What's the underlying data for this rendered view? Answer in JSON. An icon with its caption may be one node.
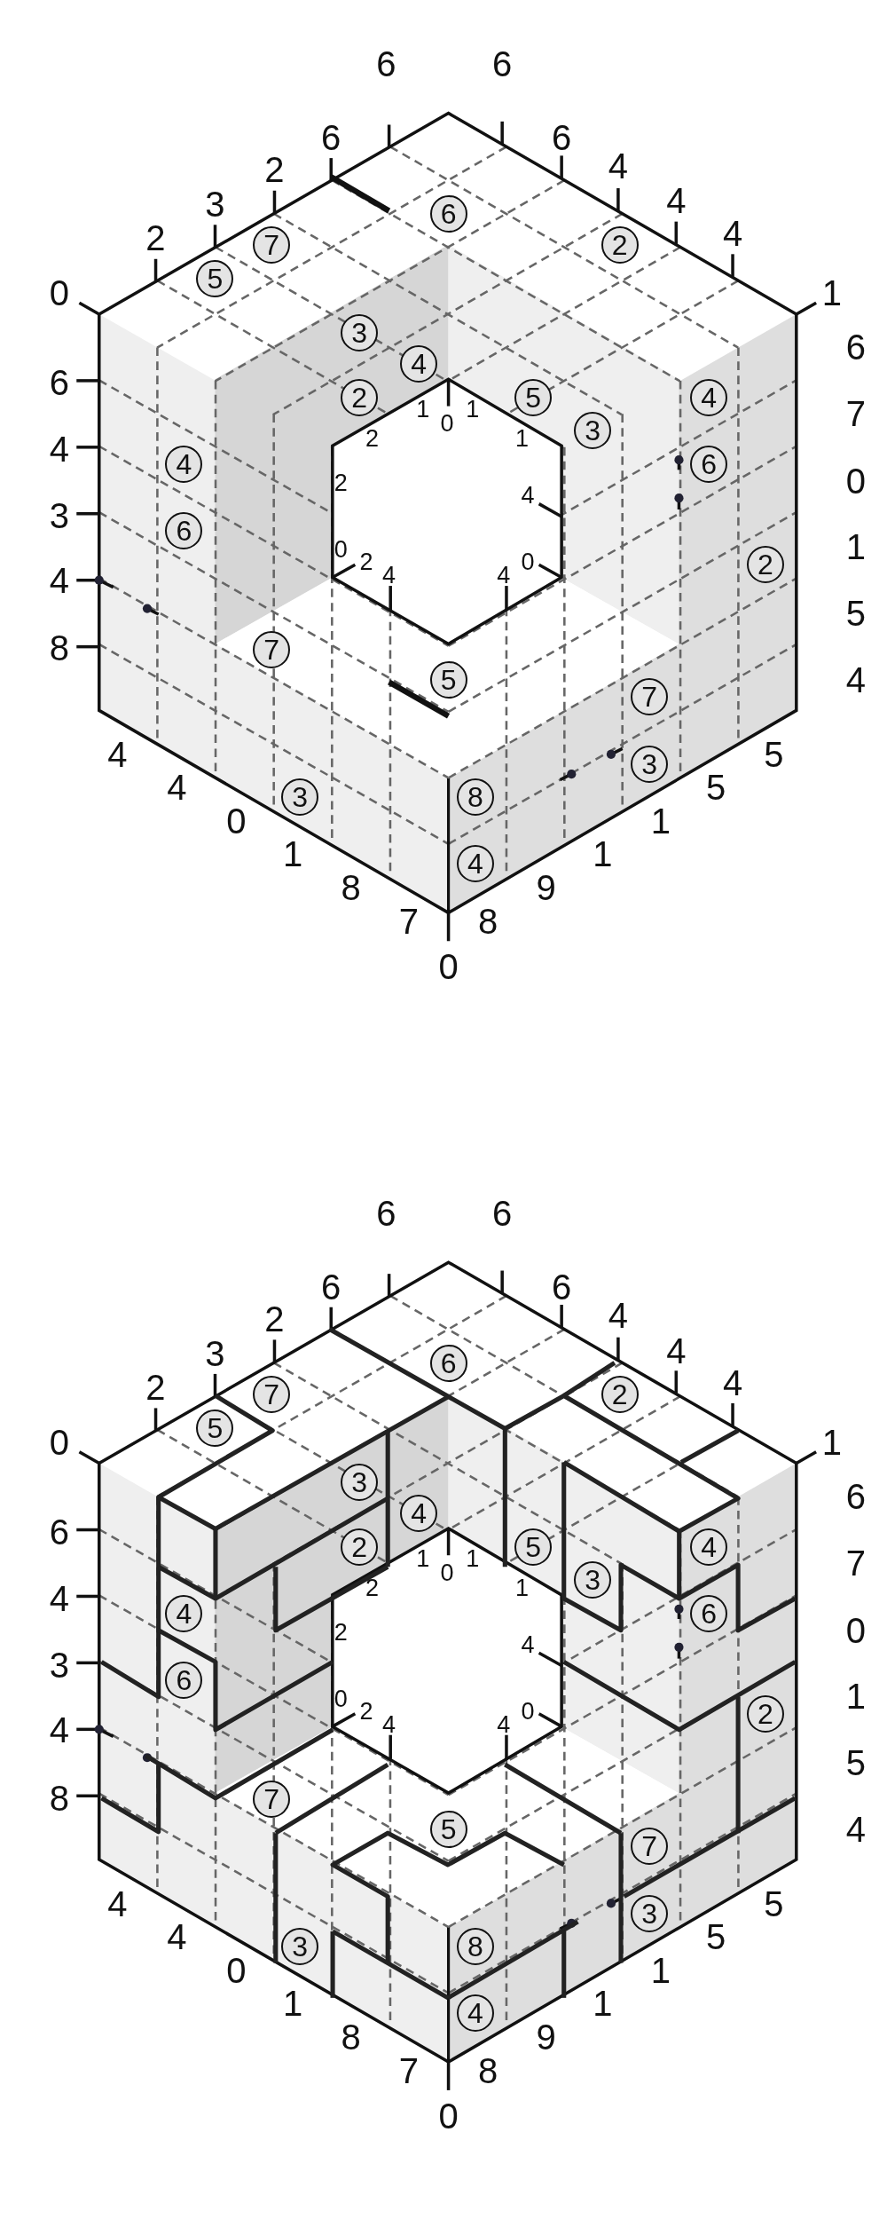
{
  "diagram": {
    "labels": [
      "0",
      "2",
      "3",
      "2",
      "6",
      "6",
      "6",
      "6",
      "4",
      "4",
      "4",
      "1",
      "6",
      "4",
      "3",
      "4",
      "8",
      "6",
      "7",
      "0",
      "1",
      "5",
      "4",
      "4",
      "4",
      "0",
      "1",
      "8",
      "7",
      "0",
      "8",
      "9",
      "1",
      "1",
      "5",
      "5",
      "1",
      "0",
      "1",
      "2",
      "1",
      "2",
      "4",
      "0",
      "2",
      "4",
      "4",
      "0",
      "5",
      "7",
      "6",
      "2",
      "3",
      "4",
      "2",
      "5",
      "3",
      "4",
      "4",
      "6",
      "6",
      "2",
      "7",
      "5",
      "7",
      "3",
      "3",
      "8",
      "4",
      "0",
      "2",
      "3",
      "2",
      "6",
      "6",
      "6",
      "6",
      "4",
      "4",
      "4",
      "1",
      "6",
      "4",
      "3",
      "4",
      "8",
      "6",
      "7",
      "0",
      "1",
      "5",
      "4",
      "4",
      "4",
      "0",
      "1",
      "8",
      "7",
      "0",
      "8",
      "9",
      "1",
      "1",
      "5",
      "5",
      "1",
      "0",
      "1",
      "2",
      "1",
      "2",
      "4",
      "0",
      "2",
      "4",
      "4",
      "0",
      "5",
      "7",
      "6",
      "2",
      "3",
      "4",
      "2",
      "5",
      "3",
      "4",
      "4",
      "6",
      "6",
      "2",
      "7",
      "5",
      "7",
      "3",
      "3",
      "8",
      "4"
    ]
  }
}
